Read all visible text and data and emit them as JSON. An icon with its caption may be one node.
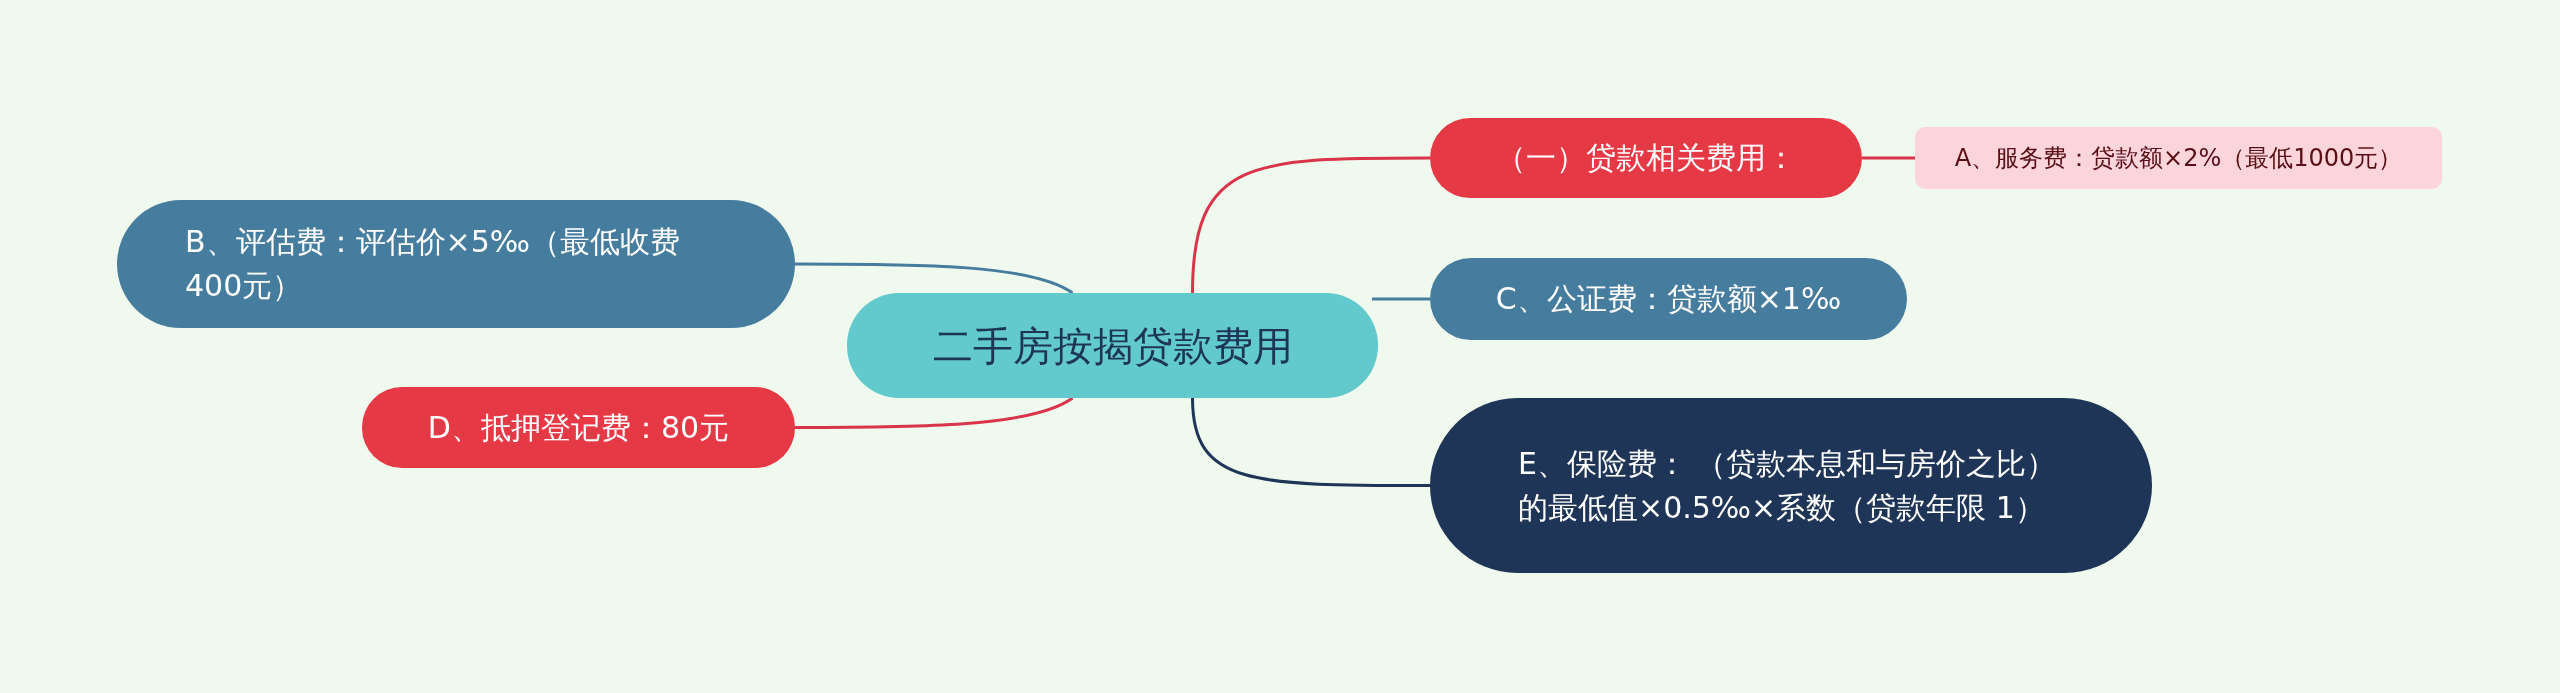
{
  "diagram": {
    "nodes": [
      {
        "text": [
          "二手房按揭贷款费用"
        ]
      },
      {
        "text": [
          "（一）贷款相关费用："
        ]
      },
      {
        "text": [
          "A、服务费：贷款额×2%（最低1000元）"
        ]
      },
      {
        "text": [
          "C、公证费：贷款额×1‰"
        ]
      },
      {
        "text": [
          "E、保险费： （贷款本息和与房价之比）的最低值×0.5‰×系数（贷款年限 1）"
        ]
      },
      {
        "text": [
          "B、评估费：评估价×5‰（最低收费400元）"
        ]
      },
      {
        "text": [
          "D、抵押登记费：80元"
        ]
      }
    ],
    "edges": [
      {
        "from": 0,
        "to": 1,
        "arrow": "none",
        "color": "#d9344a"
      },
      {
        "from": 1,
        "to": 2,
        "arrow": "none",
        "color": "#d9344a"
      },
      {
        "from": 0,
        "to": 3,
        "arrow": "none",
        "color": "#467c9e"
      },
      {
        "from": 0,
        "to": 4,
        "arrow": "none",
        "color": "#1f3557"
      },
      {
        "from": 0,
        "to": 5,
        "arrow": "none",
        "color": "#467c9e"
      },
      {
        "from": 0,
        "to": 6,
        "arrow": "none",
        "color": "#d9344a"
      }
    ]
  }
}
